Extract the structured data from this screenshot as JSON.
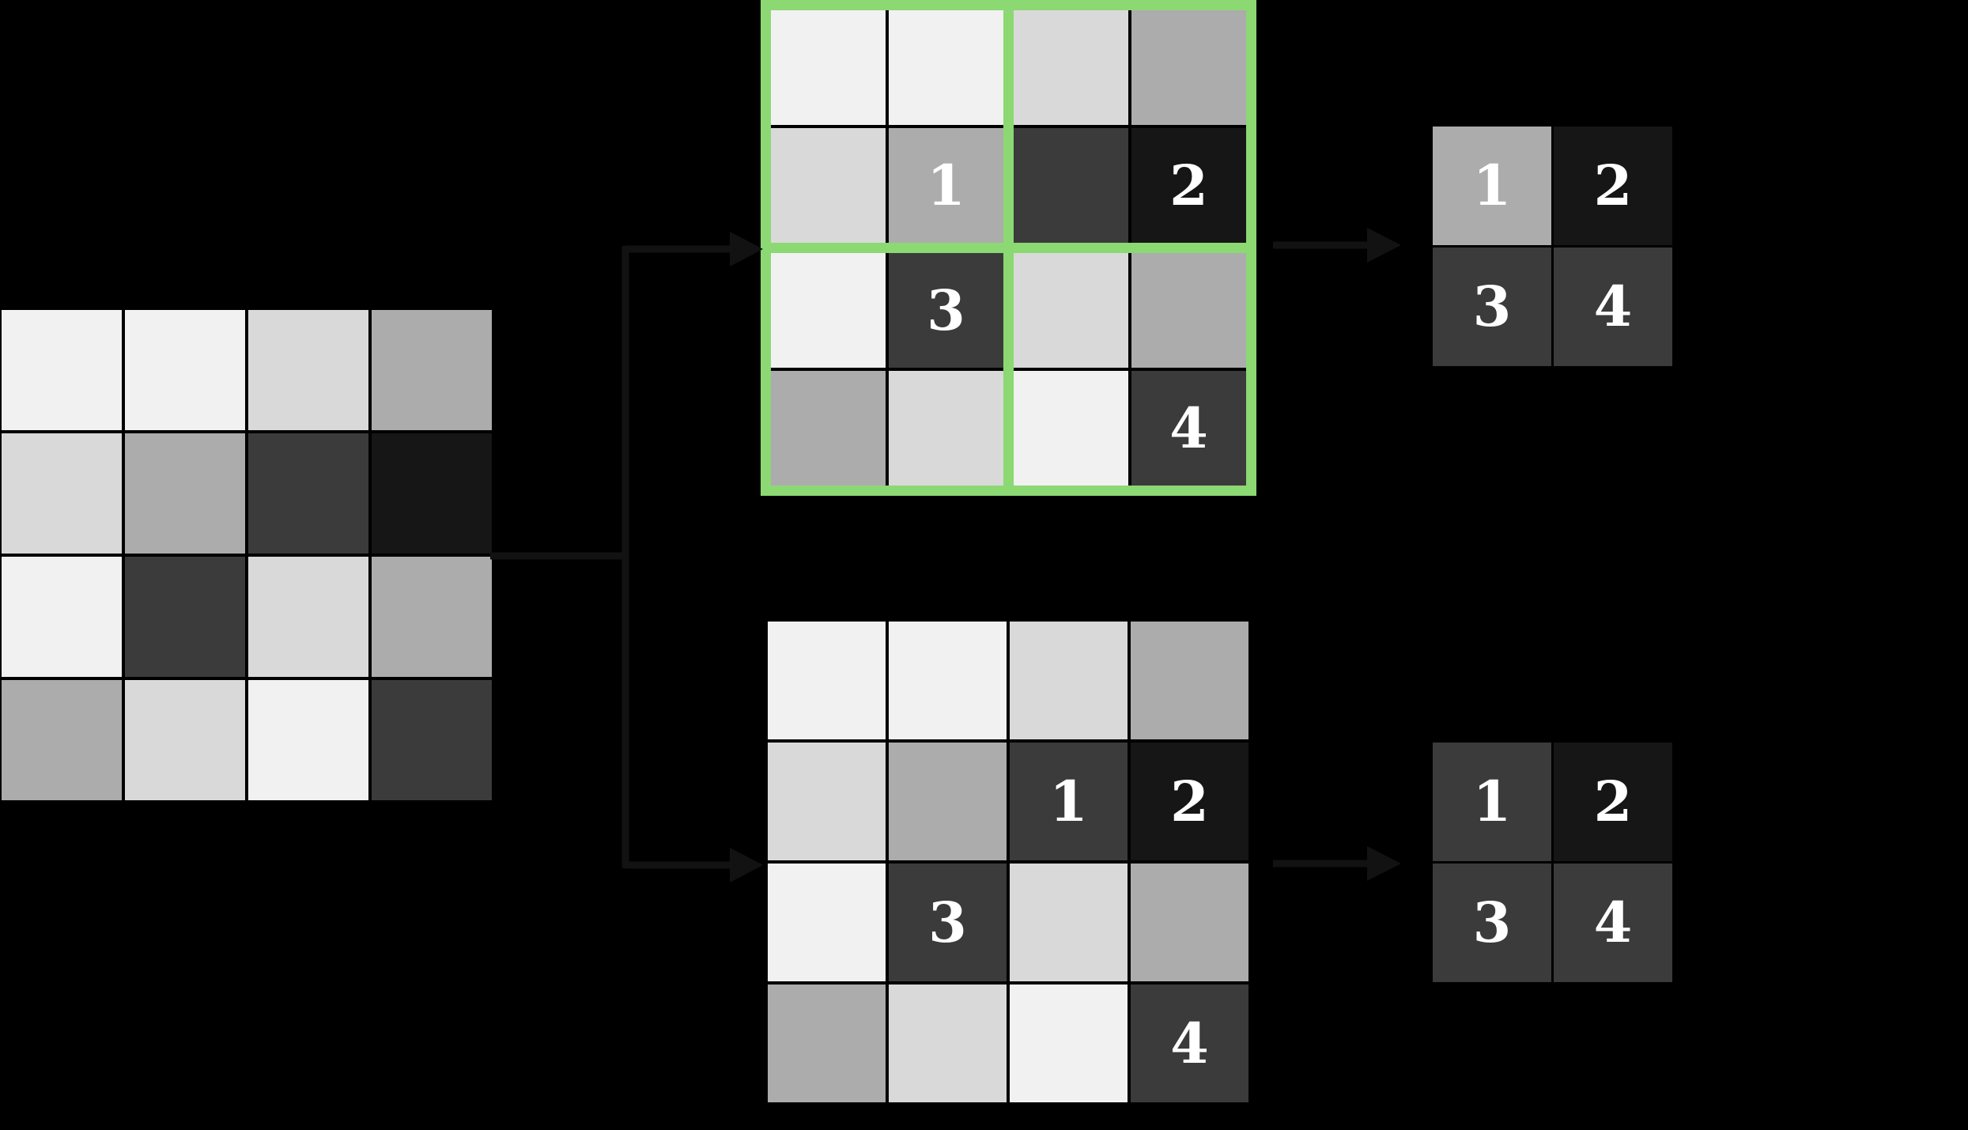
{
  "palette": {
    "background": "#000000",
    "arrow": "#121212",
    "highlight_green": "#8CD873",
    "digit_color": "#FFFFFF",
    "shades": {
      "lightest": "#F1F1F1",
      "light": "#D9D9D9",
      "medium": "#ACACAC",
      "dark": "#3B3B3B",
      "darkest": "#161616"
    }
  },
  "icons": {
    "branch_split": "split-right-arrow",
    "top_output_arrow": "right-arrow",
    "bottom_output_arrow": "right-arrow"
  },
  "input_grid": {
    "rows": [
      [
        "lightest",
        "lightest",
        "light",
        "medium"
      ],
      [
        "light",
        "medium",
        "dark",
        "darkest"
      ],
      [
        "lightest",
        "dark",
        "light",
        "medium"
      ],
      [
        "medium",
        "light",
        "lightest",
        "dark"
      ]
    ],
    "labels": [
      [
        "",
        "",
        "",
        ""
      ],
      [
        "",
        "",
        "",
        ""
      ],
      [
        "",
        "",
        "",
        ""
      ],
      [
        "",
        "",
        "",
        ""
      ]
    ]
  },
  "pooling_grid_top": {
    "highlighted": true,
    "rows": [
      [
        "lightest",
        "lightest",
        "light",
        "medium"
      ],
      [
        "light",
        "medium",
        "dark",
        "darkest"
      ],
      [
        "lightest",
        "dark",
        "light",
        "medium"
      ],
      [
        "medium",
        "light",
        "lightest",
        "dark"
      ]
    ],
    "labels": [
      [
        "",
        "",
        "",
        ""
      ],
      [
        "",
        "1",
        "",
        "2"
      ],
      [
        "",
        "3",
        "",
        ""
      ],
      [
        "",
        "",
        "",
        "4"
      ]
    ]
  },
  "pooling_grid_bottom": {
    "highlighted": false,
    "rows": [
      [
        "lightest",
        "lightest",
        "light",
        "medium"
      ],
      [
        "light",
        "medium",
        "dark",
        "darkest"
      ],
      [
        "lightest",
        "dark",
        "light",
        "medium"
      ],
      [
        "medium",
        "light",
        "lightest",
        "dark"
      ]
    ],
    "labels": [
      [
        "",
        "",
        "",
        ""
      ],
      [
        "",
        "",
        "1",
        "2"
      ],
      [
        "",
        "3",
        "",
        ""
      ],
      [
        "",
        "",
        "",
        "4"
      ]
    ]
  },
  "output_grid_top": {
    "rows": [
      [
        "medium",
        "darkest"
      ],
      [
        "dark",
        "dark"
      ]
    ],
    "labels": [
      [
        "1",
        "2"
      ],
      [
        "3",
        "4"
      ]
    ]
  },
  "output_grid_bottom": {
    "rows": [
      [
        "dark",
        "darkest"
      ],
      [
        "dark",
        "dark"
      ]
    ],
    "labels": [
      [
        "1",
        "2"
      ],
      [
        "3",
        "4"
      ]
    ]
  }
}
